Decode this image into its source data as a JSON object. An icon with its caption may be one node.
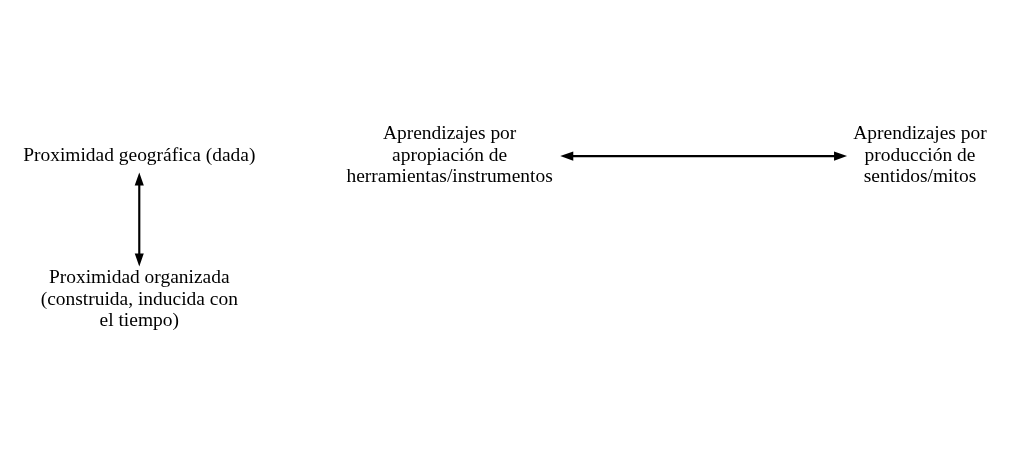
{
  "diagram": {
    "nodes": [
      {
        "text": [
          "Proximidad geográfica (dada)"
        ]
      },
      {
        "text": [
          "Aprendizajes por apropiación de herramientas/instrumentos"
        ]
      },
      {
        "text": [
          "Aprendizajes por producción de sentidos/mitos"
        ]
      },
      {
        "text": [
          "Proximidad organizada (construida, inducida con el tiempo)"
        ]
      }
    ],
    "edges": [
      {
        "from": 0,
        "to": 3,
        "arrow": "both"
      },
      {
        "from": 1,
        "to": 2,
        "arrow": "both"
      }
    ]
  }
}
